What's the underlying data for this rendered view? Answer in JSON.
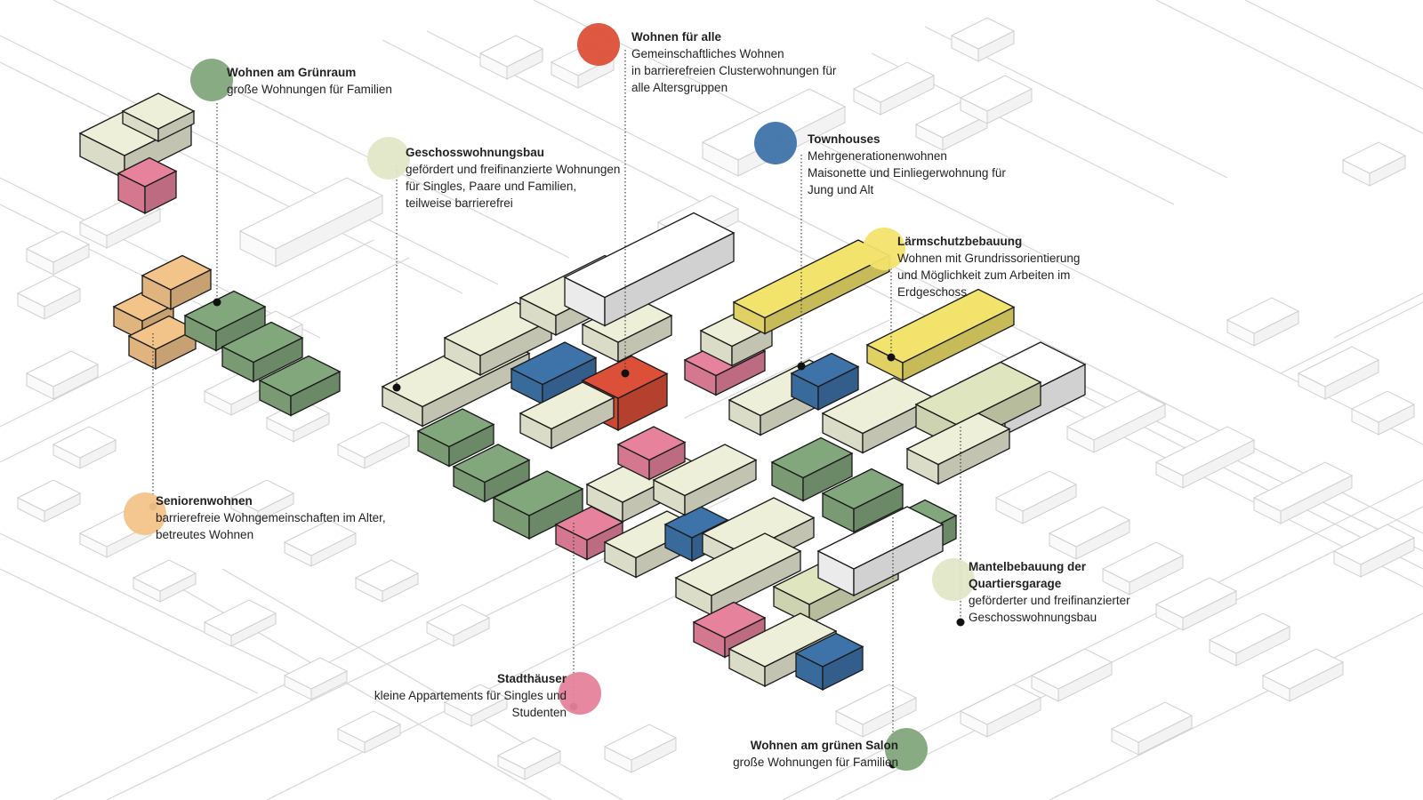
{
  "colors": {
    "green": "#83a77d",
    "pale_green": "#e1e7c8",
    "red": "#dc4f38",
    "blue": "#3e73aa",
    "yellow": "#f2e36d",
    "orange": "#f3c48a",
    "pink": "#e6829c",
    "cream": "#edefd8",
    "olive": "#dfe5bf"
  },
  "categories": [
    {
      "id": "gruenraum",
      "title": "Wohnen am Grünraum",
      "lines": "große Wohnungen für Familien",
      "color": "green"
    },
    {
      "id": "geschoss",
      "title": "Geschosswohnungsbau",
      "lines": "gefördert und freifinanzierte Wohnungen\nfür Singles, Paare und Familien,\nteilweise barrierefrei",
      "color": "pale_green"
    },
    {
      "id": "alle",
      "title": "Wohnen für alle",
      "lines": "Gemeinschaftliches Wohnen\nin barrierefreien Clusterwohnungen für\nalle Altersgruppen",
      "color": "red"
    },
    {
      "id": "townhouses",
      "title": "Townhouses",
      "lines": "Mehrgenerationenwohnen\nMaisonette und Einliegerwohnung für\nJung und Alt",
      "color": "blue"
    },
    {
      "id": "laerm",
      "title": "Lärmschutzbebauung",
      "lines": "Wohnen mit Grundrissorientierung\nund Möglichkeit zum Arbeiten im\nErdgeschoss",
      "color": "yellow"
    },
    {
      "id": "senioren",
      "title": "Seniorenwohnen",
      "lines": "barrierefreie Wohngemeinschaften im Alter,\nbetreutes Wohnen",
      "color": "orange"
    },
    {
      "id": "mantel",
      "title": "Mantelbebauung der\nQuartiersgarage",
      "lines": "geförderter und freifinanzierter\nGeschosswohnungsbau",
      "color": "pale_green"
    },
    {
      "id": "stadt",
      "title": "Stadthäuser",
      "lines": "kleine Appartements für Singles und\nStudenten",
      "color": "pink"
    },
    {
      "id": "salon",
      "title": "Wohnen am grünen Salon",
      "lines": "große Wohnungen für Familien",
      "color": "green"
    }
  ]
}
